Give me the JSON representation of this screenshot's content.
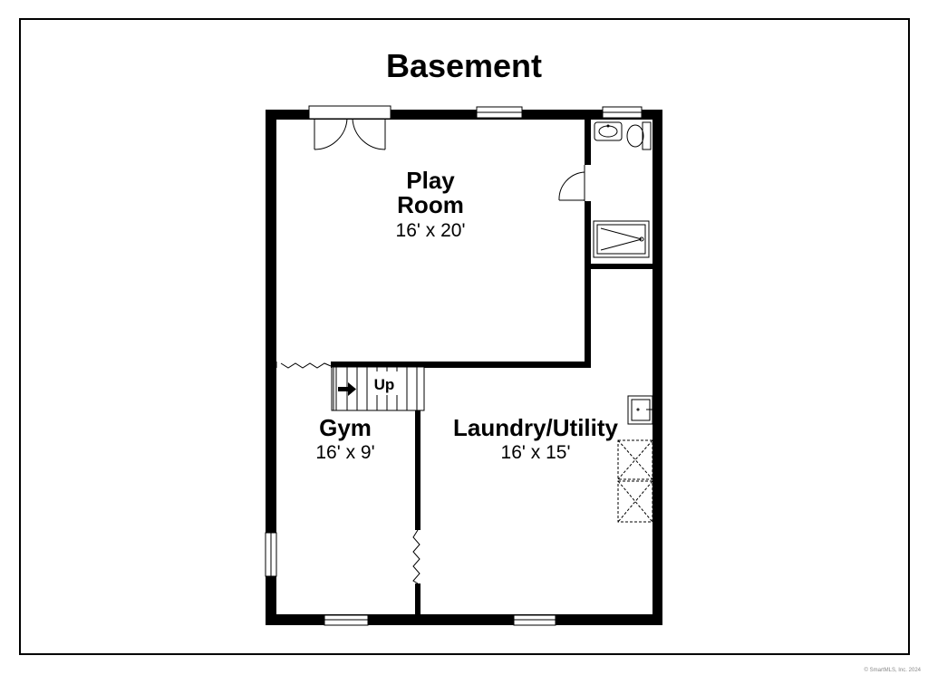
{
  "plan": {
    "title": "Basement",
    "copyright": "© SmartMLS, Inc. 2024",
    "wall_color": "#000000",
    "background_color": "#ffffff",
    "rooms": [
      {
        "id": "play-room",
        "name_line1": "Play",
        "name_line2": "Room",
        "dimensions": "16' x 20'"
      },
      {
        "id": "gym",
        "name": "Gym",
        "dimensions": "16' x 9'"
      },
      {
        "id": "laundry-utility",
        "name": "Laundry/Utility",
        "dimensions": "16' x 15'"
      }
    ],
    "stairs": {
      "label": "Up",
      "arrow_icon": "right-arrow-icon"
    },
    "fixtures": [
      "sink-icon",
      "toilet-icon",
      "shower-icon",
      "utility-sink-icon",
      "washer-icon",
      "dryer-icon",
      "french-door-icon",
      "swing-door-icon"
    ]
  }
}
